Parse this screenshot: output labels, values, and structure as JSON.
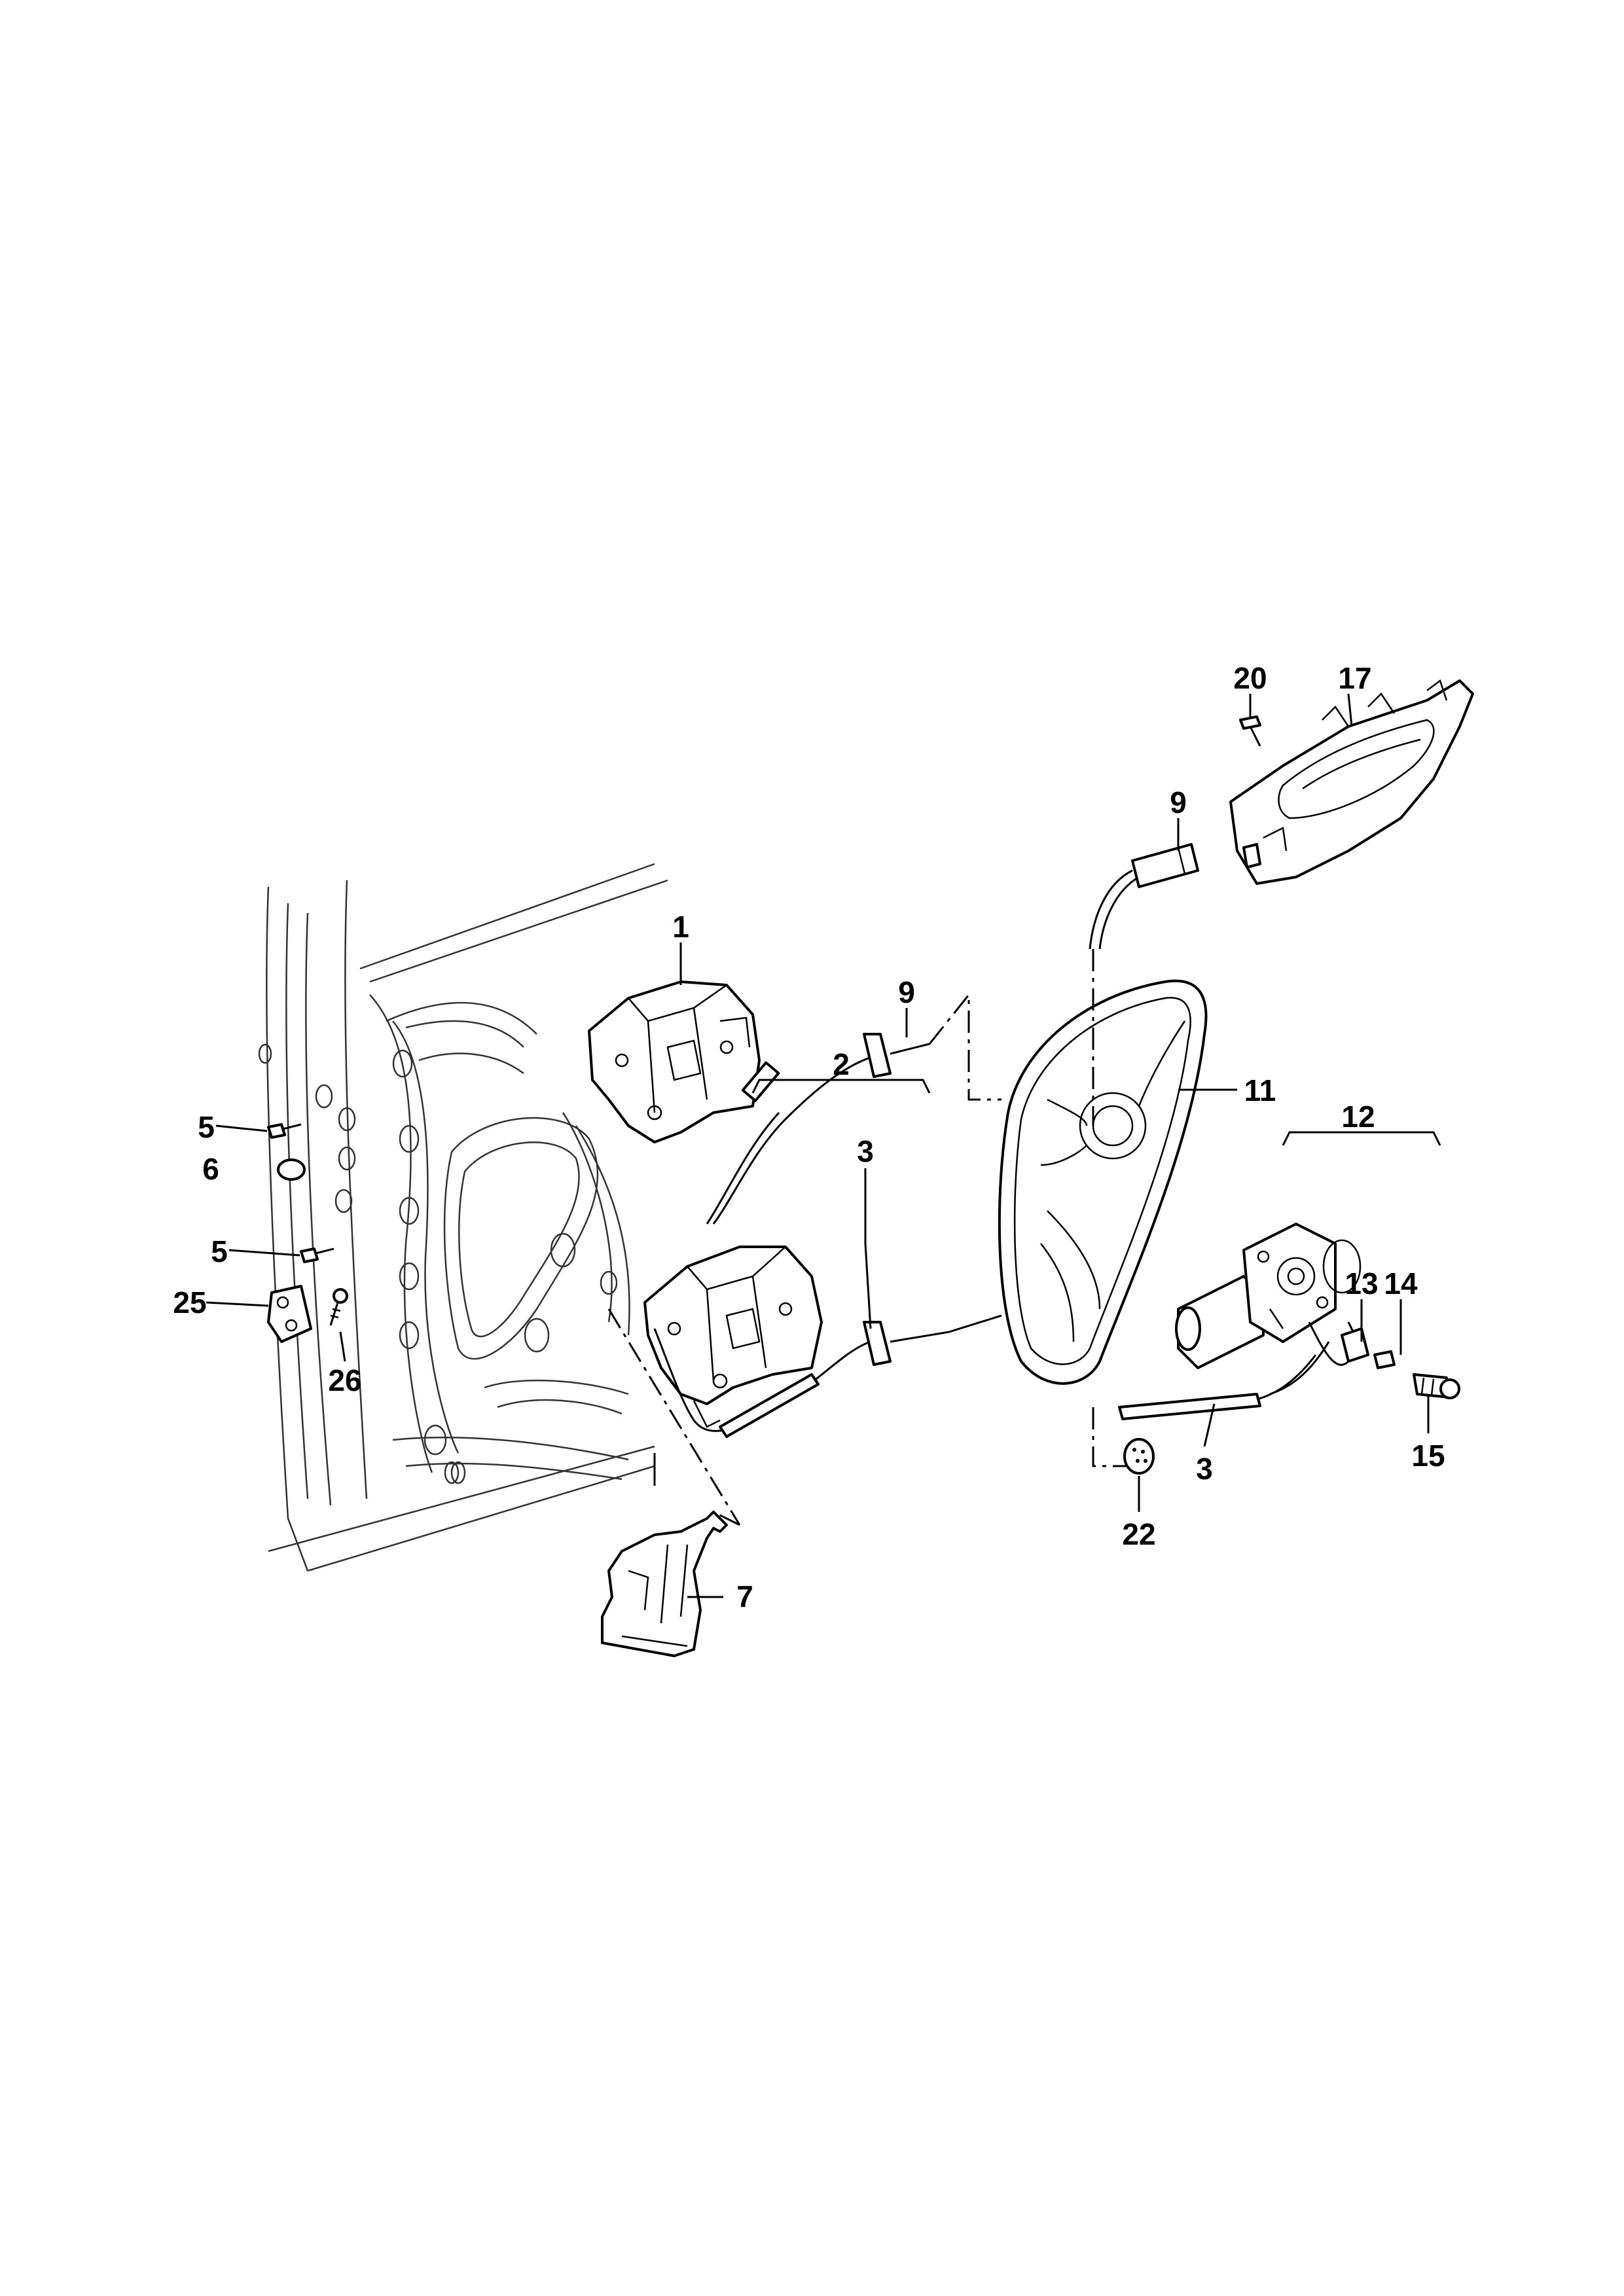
{
  "callouts": {
    "c1": "1",
    "c2": "2",
    "c3a": "3",
    "c3b": "3",
    "c5a": "5",
    "c5b": "5",
    "c6": "6",
    "c7": "7",
    "c9a": "9",
    "c9b": "9",
    "c11": "11",
    "c12": "12",
    "c13": "13",
    "c14": "14",
    "c15": "15",
    "c17": "17",
    "c20": "20",
    "c22": "22",
    "c25": "25",
    "c26": "26"
  }
}
